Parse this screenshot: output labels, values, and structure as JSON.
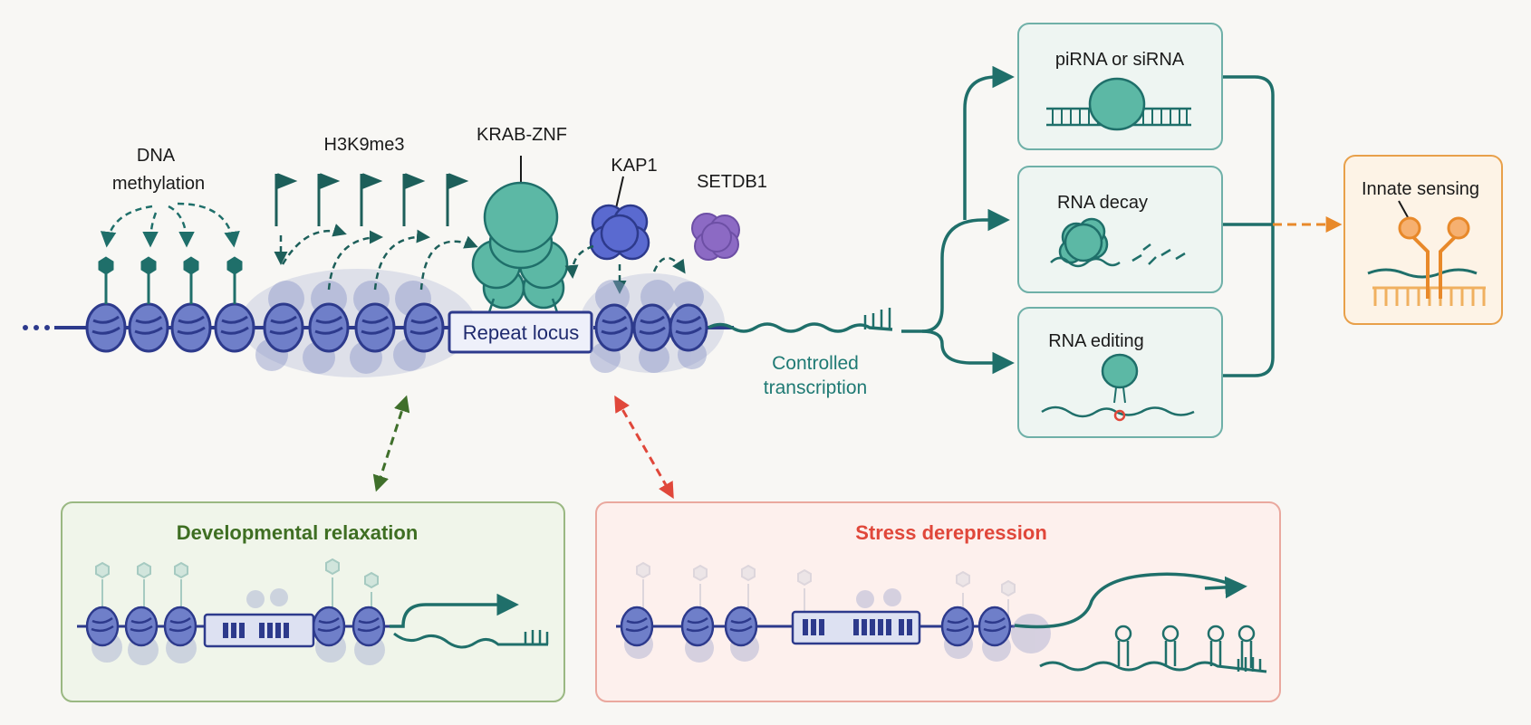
{
  "labels": {
    "dna_methylation_line1": "DNA",
    "dna_methylation_line2": "methylation",
    "h3k9me3": "H3K9me3",
    "krab_znf": "KRAB-ZNF",
    "kap1": "KAP1",
    "setdb1": "SETDB1",
    "repeat_locus": "Repeat locus",
    "controlled_transcription_line1": "Controlled",
    "controlled_transcription_line2": "transcription"
  },
  "outcomes": [
    {
      "label": "piRNA or siRNA"
    },
    {
      "label": "RNA decay"
    },
    {
      "label": "RNA editing"
    }
  ],
  "innate_sensing": {
    "label": "Innate sensing"
  },
  "panels": {
    "developmental": {
      "title": "Developmental relaxation"
    },
    "stress": {
      "title": "Stress derepression"
    }
  },
  "colors": {
    "navy": "#2d3a8c",
    "nucleosome": "#6f7fc9",
    "teal": "#1f7a74",
    "teal_fill": "#5cb8a5",
    "kap1_fill": "#5a6ad0",
    "setdb1_fill": "#8c6ac4",
    "green_panel": "#4a7a2a",
    "red_panel": "#e0473a",
    "orange": "#e8892a"
  }
}
